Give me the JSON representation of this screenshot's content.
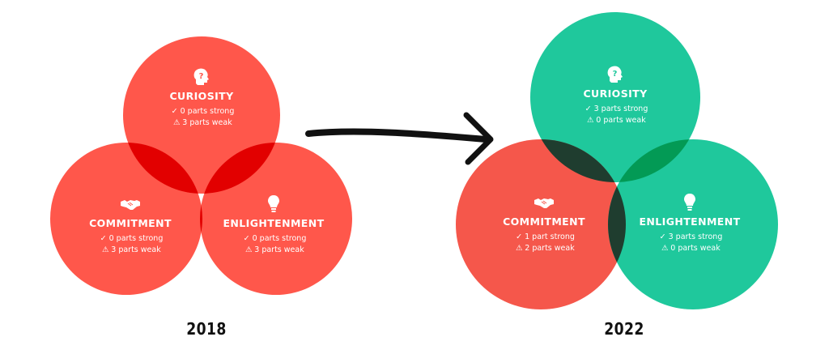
{
  "diagrams": [
    {
      "year": "2018",
      "circles": [
        {
          "name": "CURIOSITY",
          "icon": "question-head-icon",
          "color": "#ff574b",
          "strong": "0 parts strong",
          "weak": "3 parts weak"
        },
        {
          "name": "COMMITMENT",
          "icon": "handshake-icon",
          "color": "#ff574b",
          "strong": "0 parts strong",
          "weak": "3 parts weak"
        },
        {
          "name": "ENLIGHTENMENT",
          "icon": "lightbulb-icon",
          "color": "#ff574b",
          "strong": "0 parts strong",
          "weak": "3 parts weak"
        }
      ]
    },
    {
      "year": "2022",
      "circles": [
        {
          "name": "CURIOSITY",
          "icon": "question-head-icon",
          "color": "#1fc89c",
          "strong": "3 parts strong",
          "weak": "0 parts weak"
        },
        {
          "name": "COMMITMENT",
          "icon": "handshake-icon",
          "color": "#f5574b",
          "strong": "1 part strong",
          "weak": "2 parts weak"
        },
        {
          "name": "ENLIGHTENMENT",
          "icon": "lightbulb-icon",
          "color": "#1fc89c",
          "strong": "3 parts strong",
          "weak": "0 parts weak"
        }
      ]
    }
  ],
  "symbols": {
    "strong": "✓",
    "weak": "⚠"
  },
  "colors": {
    "red": "#ff574b",
    "red_overlap": "#e20000",
    "green": "#1fc89c",
    "green_overlap": "#039a55",
    "mixed_overlap": "#1f3d2f",
    "arrow": "#111111",
    "year_text": "#111111"
  }
}
